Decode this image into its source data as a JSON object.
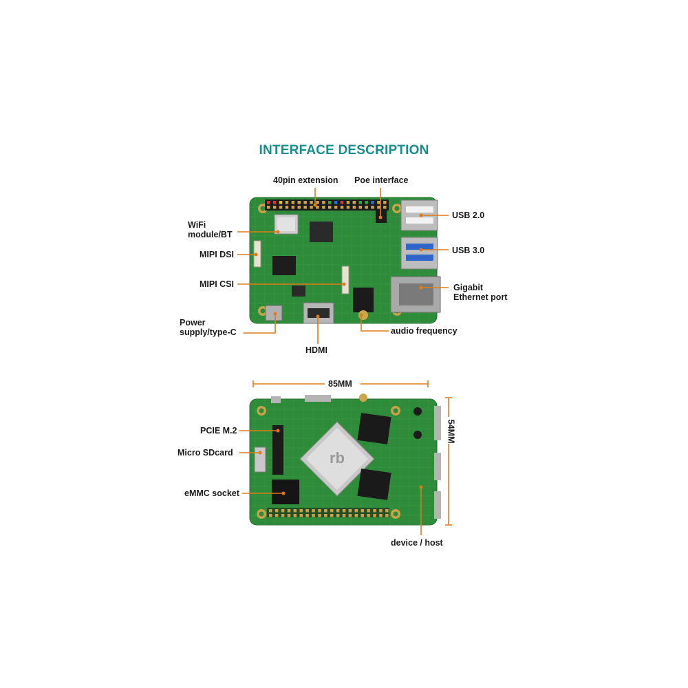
{
  "title": "INTERFACE DESCRIPTION",
  "colors": {
    "title": "#1a8c8c",
    "leader": "#e07b1a",
    "pcb": "#2e8b3a",
    "pcb_dark": "#216b2c"
  },
  "top_board": {
    "labels": {
      "pin_ext": "40pin extension",
      "poe": "Poe interface",
      "wifi": "WiFi\nmodule/BT",
      "mipi_dsi": "MIPI DSI",
      "mipi_csi": "MIPI CSI",
      "power": "Power\nsupply/type-C",
      "hdmi": "HDMI",
      "audio": "audio frequency",
      "usb2": "USB 2.0",
      "usb3": "USB 3.0",
      "ethernet": "Gigabit\nEthernet port"
    }
  },
  "bottom_board": {
    "dimensions": {
      "width": "85MM",
      "height": "54MM"
    },
    "labels": {
      "pcie": "PCIE M.2",
      "sdcard": "Micro SDcard",
      "emmc": "eMMC socket",
      "device_host": "device / host"
    }
  }
}
